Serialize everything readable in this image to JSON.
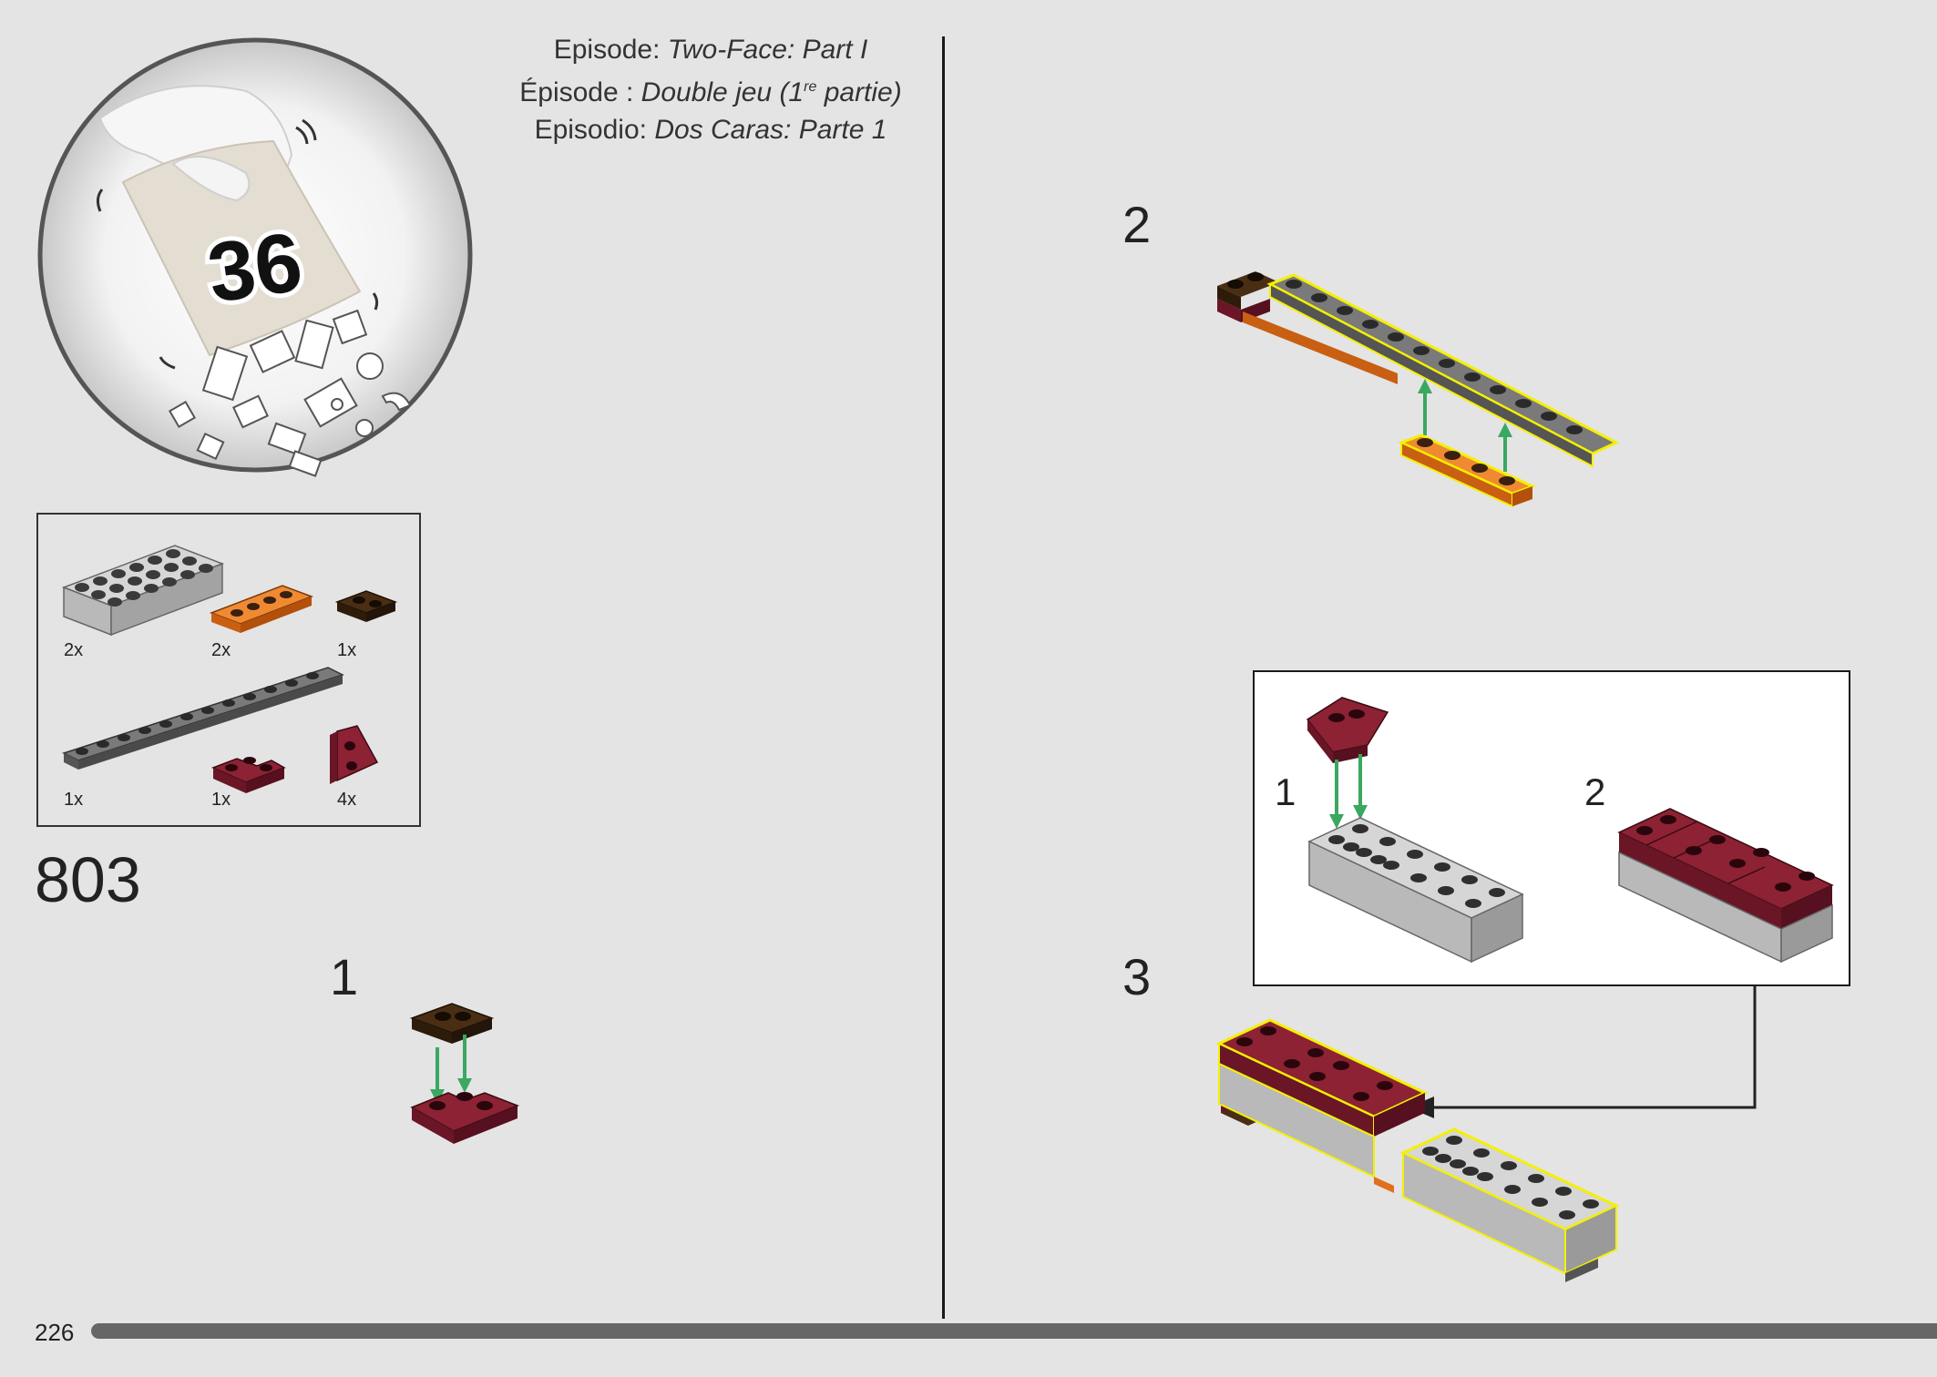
{
  "episode": {
    "line1_prefix": "Episode: ",
    "line1_title": "Two-Face: Part I",
    "line2_prefix": "Épisode : ",
    "line2_title_a": "Double jeu (1",
    "line2_sup": "re",
    "line2_title_b": " partie)",
    "line3_prefix": "Episodio: ",
    "line3_title": "Dos Caras: Parte 1"
  },
  "bag": {
    "number": "36"
  },
  "parts": [
    {
      "qty": "2x",
      "name": "light-gray-brick-2x6"
    },
    {
      "qty": "2x",
      "name": "orange-plate-1x4"
    },
    {
      "qty": "1x",
      "name": "dark-brown-plate-1x2"
    },
    {
      "qty": "1x",
      "name": "dark-gray-plate-1x12"
    },
    {
      "qty": "1x",
      "name": "dark-red-corner-plate"
    },
    {
      "qty": "4x",
      "name": "dark-red-wedge-plate"
    }
  ],
  "set_number": "803",
  "steps": [
    {
      "number": "1"
    },
    {
      "number": "2"
    },
    {
      "number": "3",
      "substeps": [
        {
          "number": "1"
        },
        {
          "number": "2"
        }
      ]
    }
  ],
  "page_number": "226",
  "colors": {
    "background": "#e4e4e4",
    "dark_red": "#7a1a2a",
    "dark_brown": "#3a2410",
    "orange": "#e0701c",
    "light_gray": "#b8b8b8",
    "dark_gray": "#6e6e6e",
    "arrow_green": "#3aa860",
    "highlight_yellow": "#f4f000"
  }
}
